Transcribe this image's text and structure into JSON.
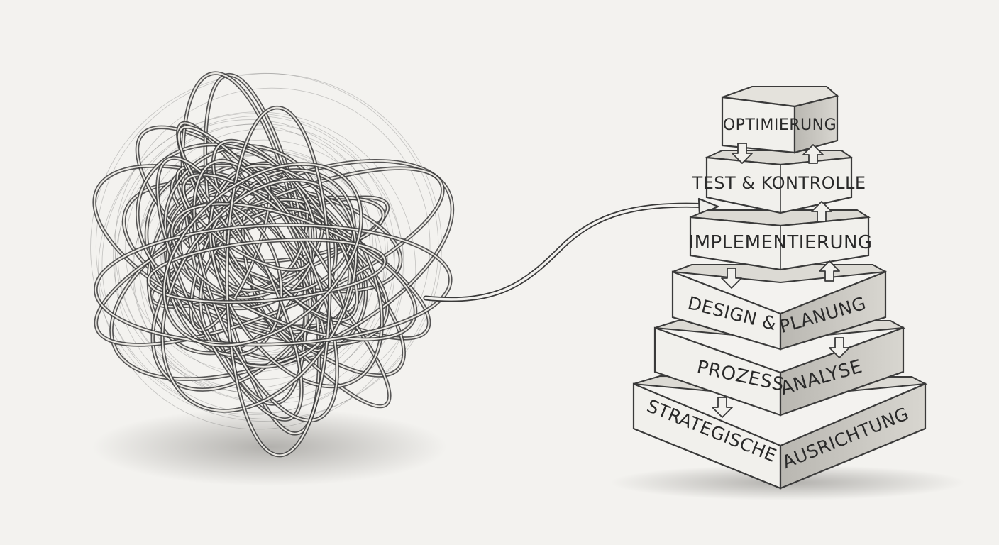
{
  "diagram": {
    "levels": [
      {
        "label_a": "OPTIMIERUNG",
        "label_b": ""
      },
      {
        "label_a": "TEST & KONTROLLE",
        "label_b": ""
      },
      {
        "label_a": "IMPLEMENTIERUNG",
        "label_b": ""
      },
      {
        "label_a": "DESIGN &",
        "label_b": "PLANUNG"
      },
      {
        "label_a": "PROZESS",
        "label_b": "ANALYSE"
      },
      {
        "label_a": "STRATEGISCHE",
        "label_b": "AUSRICHTUNG"
      }
    ]
  },
  "colors": {
    "paper": "#f3f2ef",
    "graphite": "#3a3a3a",
    "face_light": "#f1f0ec",
    "face_shade": "#cfcdc7",
    "face_dark": "#8c8a85"
  },
  "icons": [
    "tangle-ball-icon",
    "flow-arrow-icon",
    "up-arrow-icon",
    "down-arrow-icon"
  ]
}
